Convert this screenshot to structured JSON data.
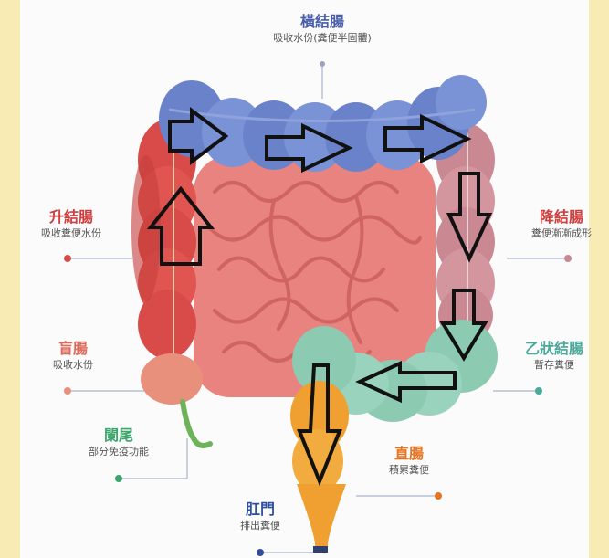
{
  "colors": {
    "transverse": "#6a82c9",
    "ascending": "#d94b48",
    "descending": "#c98892",
    "cecum": "#e8907c",
    "appendix": "#6db35a",
    "sigmoid": "#8ccab2",
    "rectum": "#f0a030",
    "small_intestine": "#e8837f",
    "transverse_title": "#4a5ea8",
    "red_title": "#d13c3c",
    "green_title": "#3aa66b",
    "orange_title": "#e8731e",
    "teal_title": "#4aa99a",
    "anus_title": "#2f4f9e"
  },
  "labels": {
    "transverse": {
      "title": "橫結腸",
      "desc": "吸收水份(糞便半固體)"
    },
    "ascending": {
      "title": "升結腸",
      "desc": "吸收糞便水份"
    },
    "descending": {
      "title": "降結腸",
      "desc": "糞便漸漸成形"
    },
    "cecum": {
      "title": "盲腸",
      "desc": "吸收水份"
    },
    "sigmoid": {
      "title": "乙狀結腸",
      "desc": "暫存糞便"
    },
    "appendix": {
      "title": "闌尾",
      "desc": "部分免疫功能"
    },
    "rectum": {
      "title": "直腸",
      "desc": "積累糞便"
    },
    "anus": {
      "title": "肛門",
      "desc": "排出糞便"
    }
  },
  "arrow_directions": [
    "up",
    "right",
    "right",
    "right",
    "down",
    "down",
    "left",
    "down"
  ]
}
